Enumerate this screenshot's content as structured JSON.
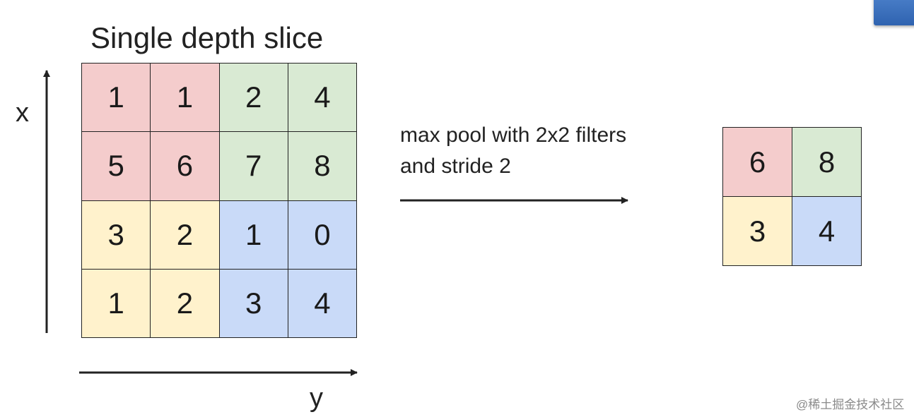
{
  "title": "Single depth slice",
  "axes": {
    "x_label": "x",
    "y_label": "y"
  },
  "caption": {
    "line1": "max pool with 2x2 filters",
    "line2": "and stride 2"
  },
  "colors": {
    "red": "#f4cccc",
    "green": "#d9ead3",
    "yellow": "#fff2cc",
    "blue": "#c9daf8"
  },
  "input_grid": [
    [
      {
        "value": "1",
        "color": "red"
      },
      {
        "value": "1",
        "color": "red"
      },
      {
        "value": "2",
        "color": "green"
      },
      {
        "value": "4",
        "color": "green"
      }
    ],
    [
      {
        "value": "5",
        "color": "red"
      },
      {
        "value": "6",
        "color": "red"
      },
      {
        "value": "7",
        "color": "green"
      },
      {
        "value": "8",
        "color": "green"
      }
    ],
    [
      {
        "value": "3",
        "color": "yellow"
      },
      {
        "value": "2",
        "color": "yellow"
      },
      {
        "value": "1",
        "color": "blue"
      },
      {
        "value": "0",
        "color": "blue"
      }
    ],
    [
      {
        "value": "1",
        "color": "yellow"
      },
      {
        "value": "2",
        "color": "yellow"
      },
      {
        "value": "3",
        "color": "blue"
      },
      {
        "value": "4",
        "color": "blue"
      }
    ]
  ],
  "output_grid": [
    [
      {
        "value": "6",
        "color": "red"
      },
      {
        "value": "8",
        "color": "green"
      }
    ],
    [
      {
        "value": "3",
        "color": "yellow"
      },
      {
        "value": "4",
        "color": "blue"
      }
    ]
  ],
  "watermark": "@稀土掘金技术社区"
}
